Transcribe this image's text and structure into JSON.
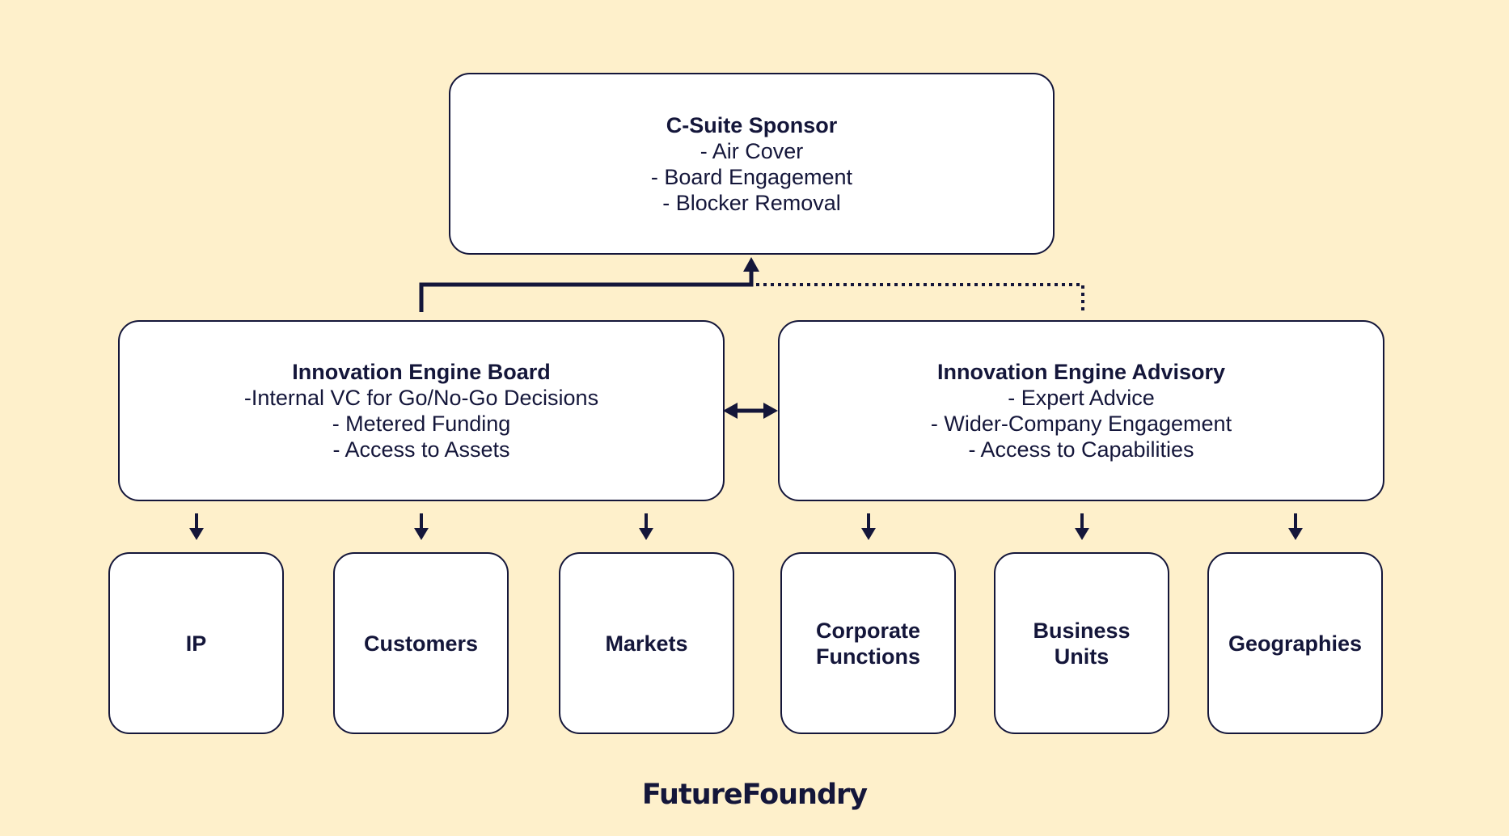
{
  "sponsor": {
    "title": "C-Suite Sponsor",
    "lines": [
      "- Air Cover",
      "- Board Engagement",
      "- Blocker Removal"
    ]
  },
  "board": {
    "title": "Innovation Engine Board",
    "lines": [
      "-Internal VC for Go/No-Go Decisions",
      "- Metered Funding",
      "- Access to Assets"
    ]
  },
  "advisory": {
    "title": "Innovation Engine Advisory",
    "lines": [
      "- Expert Advice",
      "- Wider-Company Engagement",
      "- Access to Capabilities"
    ]
  },
  "leaves": [
    "IP",
    "Customers",
    "Markets",
    "Corporate\nFunctions",
    "Business\nUnits",
    "Geographies"
  ],
  "brand": "FutureFoundry",
  "colors": {
    "background": "#FEF0CB",
    "box": "#FFFFFF",
    "ink": "#14163A"
  }
}
